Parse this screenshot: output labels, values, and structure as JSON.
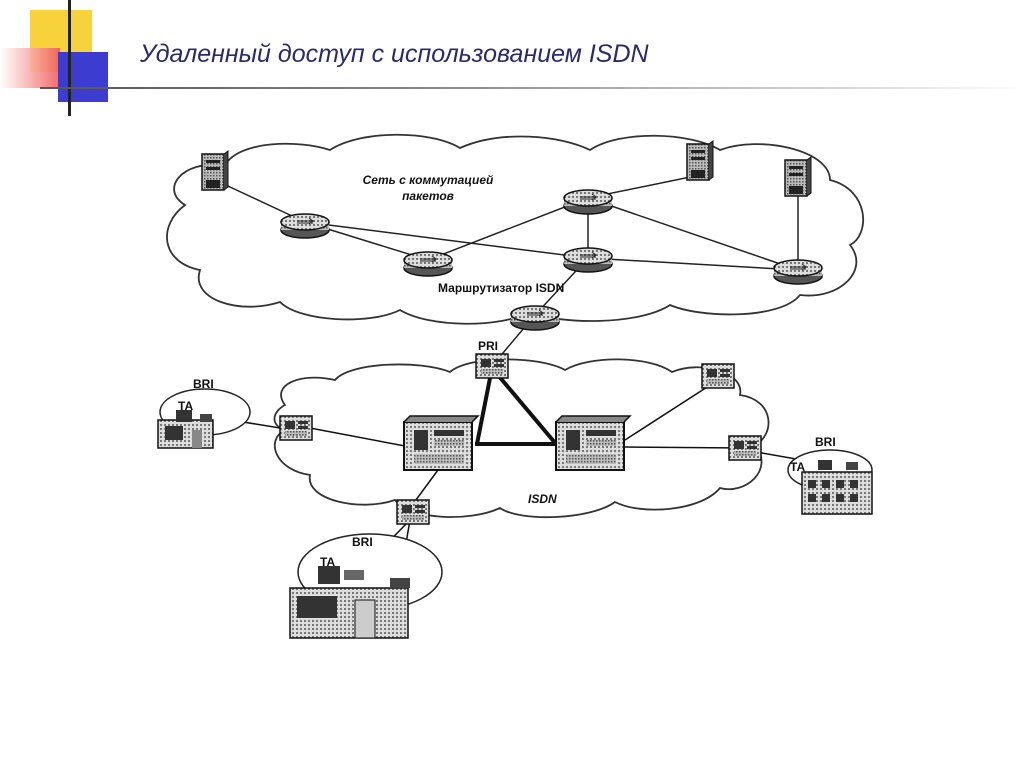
{
  "slide": {
    "title": "Удаленный доступ с использованием  ISDN"
  },
  "diagram": {
    "packet_network_label_line1": "Сеть с коммутацией",
    "packet_network_label_line2": "пакетов",
    "isdn_router_label": "Маршрутизатор ISDN",
    "pri_label": "PRI",
    "isdn_cloud_label": "ISDN",
    "bri_left_label": "BRI",
    "bri_bottom_label": "BRI",
    "bri_right_label": "BRI",
    "ta_left_label": "TA",
    "ta_bottom_label": "TA",
    "ta_right_label": "TA"
  },
  "colors": {
    "title_text": "#2a2a6a",
    "deco_yellow": "#f7d23a",
    "deco_red": "#f05050",
    "deco_blue": "#3c3cd0"
  }
}
